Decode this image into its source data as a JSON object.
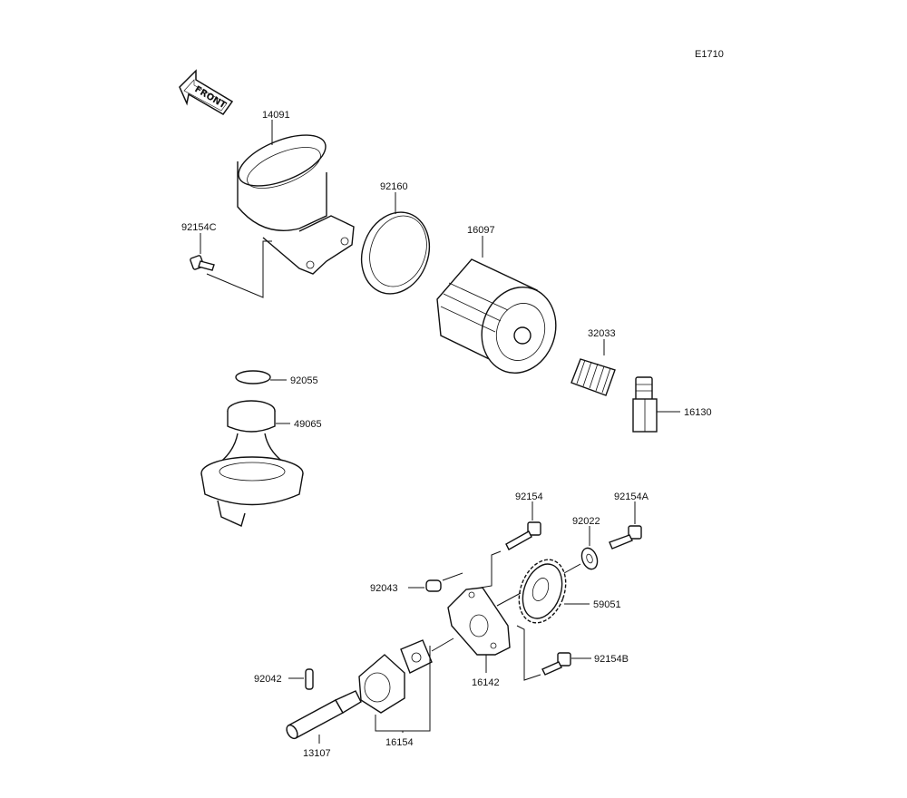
{
  "diagram_code": "E1710",
  "front_arrow_label": "FRONT",
  "parts": {
    "p14091": "14091",
    "p92154C": "92154C",
    "p92160": "92160",
    "p16097": "16097",
    "p32033": "32033",
    "p16130": "16130",
    "p92055": "92055",
    "p49065": "49065",
    "p92154": "92154",
    "p92022": "92022",
    "p92154A": "92154A",
    "p92043": "92043",
    "p59051": "59051",
    "p92154B": "92154B",
    "p16142": "16142",
    "p92042": "92042",
    "p13107": "13107",
    "p16154": "16154"
  }
}
